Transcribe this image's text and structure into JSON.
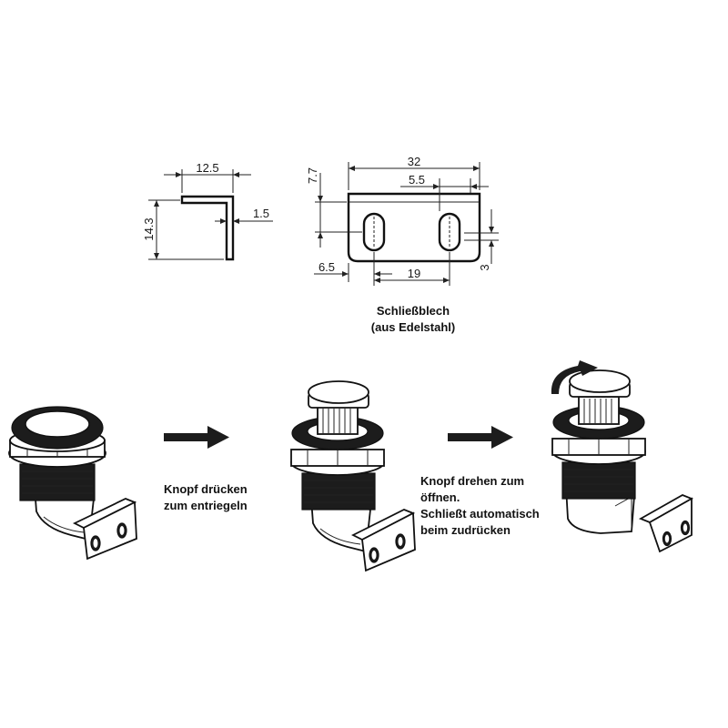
{
  "angle_view": {
    "dim_width": "12.5",
    "dim_height": "14.3",
    "dim_thickness": "1.5"
  },
  "plate_view": {
    "dim_length": "32",
    "dim_slot_offset": "5.5",
    "dim_top": "7.7",
    "dim_left": "6.5",
    "dim_spacing": "19",
    "dim_slot_height": "3"
  },
  "caption": {
    "line1": "Schließblech",
    "line2": "(aus Edelstahl)"
  },
  "steps": [
    {
      "lines": [
        "Knopf drücken",
        "zum entriegeln"
      ]
    },
    {
      "lines": [
        "Knopf drehen zum",
        "öffnen.",
        "Schließt automatisch",
        "beim zudrücken"
      ]
    }
  ],
  "colors": {
    "line": "#111111",
    "fill": "#1c1c1c",
    "background": "#ffffff"
  },
  "icons": [
    "right-arrow-icon",
    "rotate-arrow-icon"
  ]
}
